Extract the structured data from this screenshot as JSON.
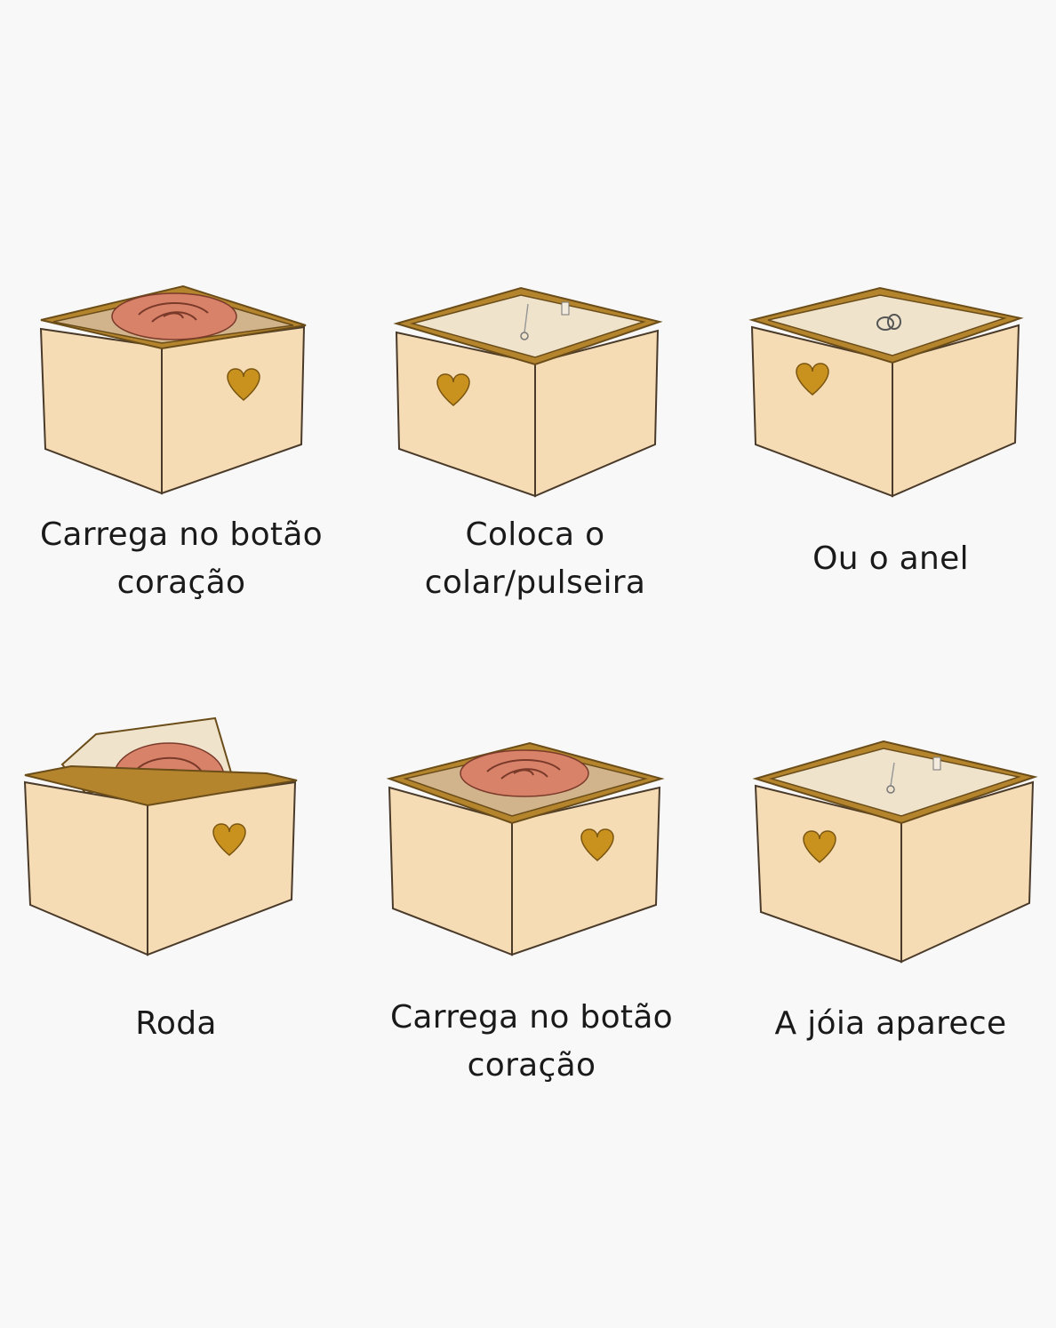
{
  "steps": [
    {
      "caption_line1": "Carrega no botão",
      "caption_line2": "coração",
      "contents": "rose",
      "heart_side": "right"
    },
    {
      "caption_line1": "Coloca o",
      "caption_line2": "colar/pulseira",
      "contents": "necklace-tray",
      "heart_side": "left"
    },
    {
      "caption_line1": "Ou o anel",
      "caption_line2": "",
      "contents": "ring-tray",
      "heart_side": "left"
    },
    {
      "caption_line1": "Roda",
      "caption_line2": "",
      "contents": "rose-rotating",
      "heart_side": "right"
    },
    {
      "caption_line1": "Carrega no botão",
      "caption_line2": "coração",
      "contents": "rose",
      "heart_side": "right"
    },
    {
      "caption_line1": "A jóia aparece",
      "caption_line2": "",
      "contents": "necklace-tray",
      "heart_side": "left"
    }
  ],
  "colors": {
    "background": "#f8f8f8",
    "box_face": "#f5dcb4",
    "box_outline": "#4a3a2a",
    "rim": "#b5852e",
    "heart": "#c9921f",
    "rose": "#d9826a",
    "tray": "#efe3cc"
  }
}
